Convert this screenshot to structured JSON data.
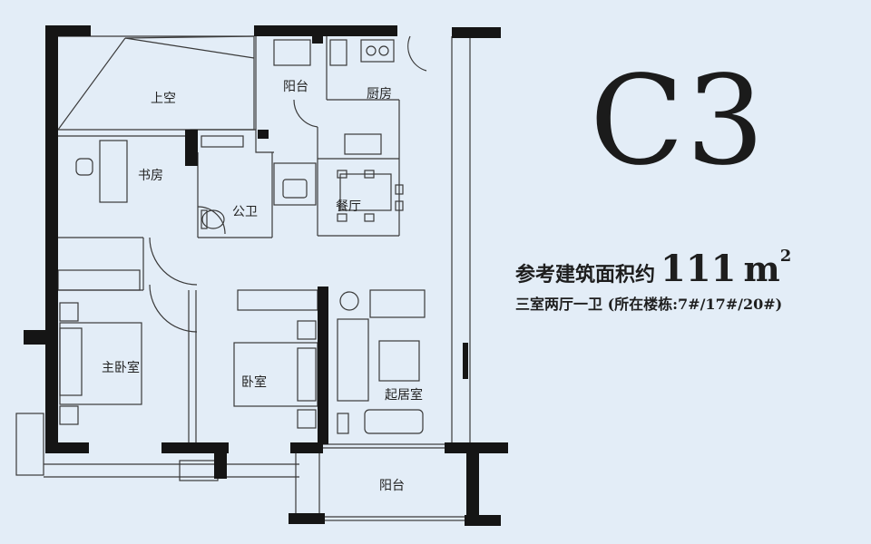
{
  "unit_code": "C3",
  "area": {
    "label": "参考建筑面积约",
    "value": "111",
    "unit": "m",
    "unit_sup": "2"
  },
  "layout_description": "三室两厅一卫 (所在楼栋:7#/17#/20#)",
  "rooms": {
    "void": "上空",
    "balcony_top": "阳台",
    "kitchen": "厨房",
    "study": "书房",
    "bathroom": "公卫",
    "dining": "餐厅",
    "master_bedroom": "主卧室",
    "bedroom": "卧室",
    "living_room": "起居室",
    "balcony_bottom": "阳台"
  },
  "colors": {
    "background": "#e3edf7",
    "wall": "#151515",
    "line": "#3a3a3a"
  }
}
